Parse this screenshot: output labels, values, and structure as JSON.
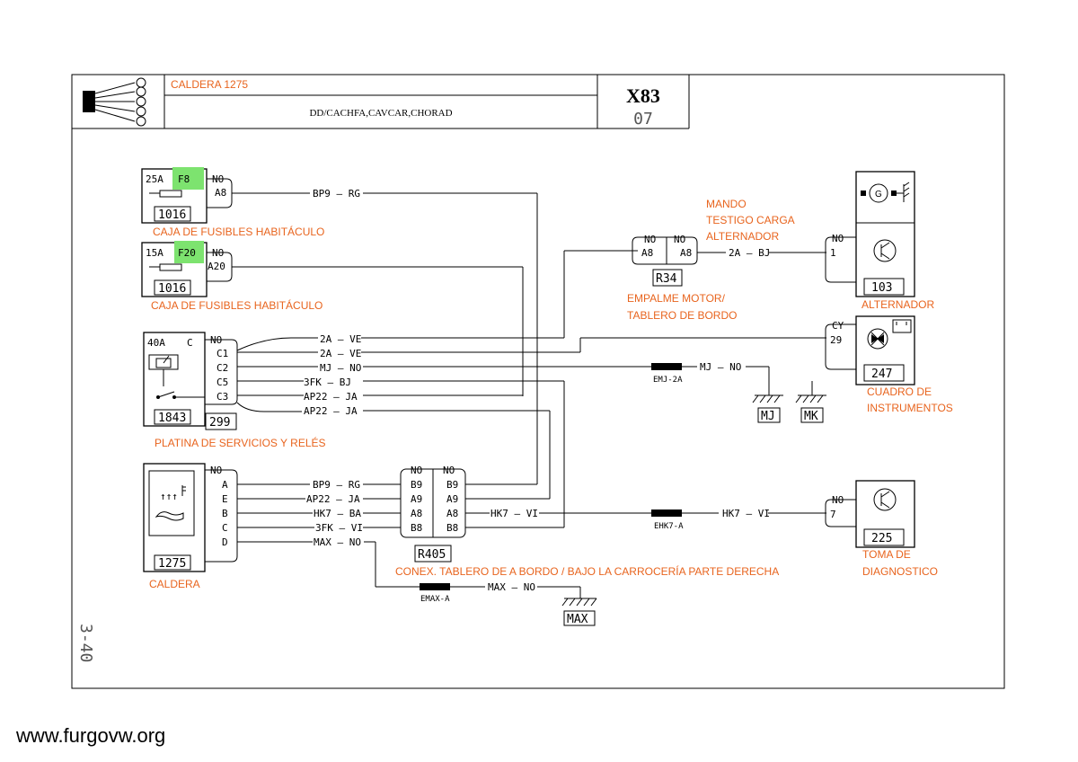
{
  "header": {
    "title": "CALDERA 1275",
    "codes": "DD/CACHFA,CAVCAR,CHORAD",
    "sheet_code": "X83",
    "sheet_number": "07"
  },
  "page_side_label": "3-40",
  "watermark": "www.furgovw.org",
  "components": {
    "fuse1": {
      "rating": "25A",
      "fuse": "F8",
      "pin": "A8",
      "ground": "NO",
      "ref": "1016",
      "label": "CAJA DE FUSIBLES HABITÁCULO"
    },
    "fuse2": {
      "rating": "15A",
      "fuse": "F20",
      "pin": "A20",
      "ground": "NO",
      "ref": "1016",
      "label": "CAJA DE FUSIBLES HABITÁCULO"
    },
    "relay": {
      "rating": "40A",
      "c": "C",
      "pins": [
        "NO",
        "C1",
        "C2",
        "C5",
        "C3"
      ],
      "ref": "1843",
      "sub_ref": "299",
      "label": "PLATINA DE SERVICIOS Y RELÉS"
    },
    "caldera": {
      "pins": [
        "NO",
        "A",
        "E",
        "B",
        "C",
        "D"
      ],
      "ref": "1275",
      "label": "CALDERA"
    },
    "r405": {
      "left_pins": [
        "NO",
        "B9",
        "A9",
        "A8",
        "B8"
      ],
      "right_pins": [
        "NO",
        "B9",
        "A9",
        "A8",
        "B8"
      ],
      "ref": "R405",
      "label": "CONEX. TABLERO DE A BORDO / BAJO LA CARROCERÍA PARTE DERECHA"
    },
    "r34": {
      "left_pins": [
        "NO",
        "A8"
      ],
      "right_pins": [
        "NO",
        "A8"
      ],
      "ref": "R34",
      "label_line1": "EMPALME MOTOR/",
      "label_line2": "TABLERO DE BORDO"
    },
    "mando": {
      "line1": "MANDO",
      "line2": "TESTIGO CARGA",
      "line3": "ALTERNADOR"
    },
    "alternador": {
      "pins": [
        "NO",
        "1"
      ],
      "ref": "103",
      "label": "ALTERNADOR",
      "gen_symbol": "G"
    },
    "cuadro": {
      "pins": [
        "CY",
        "29"
      ],
      "ref": "247",
      "label_line1": "CUADRO DE",
      "label_line2": "INSTRUMENTOS"
    },
    "diag": {
      "pins": [
        "NO",
        "7"
      ],
      "ref": "225",
      "label_line1": "TOMA DE",
      "label_line2": "DIAGNOSTICO"
    }
  },
  "wires": {
    "bp9_rg": "BP9 — RG",
    "w2a_ve_1": "2A — VE",
    "w2a_ve_2": "2A — VE",
    "mj_no": "MJ — NO",
    "w3fk_bj": "3FK — BJ",
    "ap22_ja_1": "AP22 — JA",
    "ap22_ja_2": "AP22 — JA",
    "w2a_bj": "2A — BJ",
    "mj_no_r": "MJ — NO",
    "cal_bp9_rg": "BP9 — RG",
    "cal_ap22_ja": "AP22 — JA",
    "cal_hk7_ba": "HK7 — BA",
    "cal_3fk_vi": "3FK — VI",
    "cal_max_no": "MAX — NO",
    "hk7_vi_1": "HK7 — VI",
    "hk7_vi_2": "HK7 — VI",
    "max_no_2": "MAX — NO"
  },
  "splices": {
    "emj": "EMJ-2A",
    "ehk7": "EHK7-A",
    "emax": "EMAX-A"
  },
  "grounds": {
    "mj": "MJ",
    "mk": "MK",
    "max": "MAX"
  }
}
